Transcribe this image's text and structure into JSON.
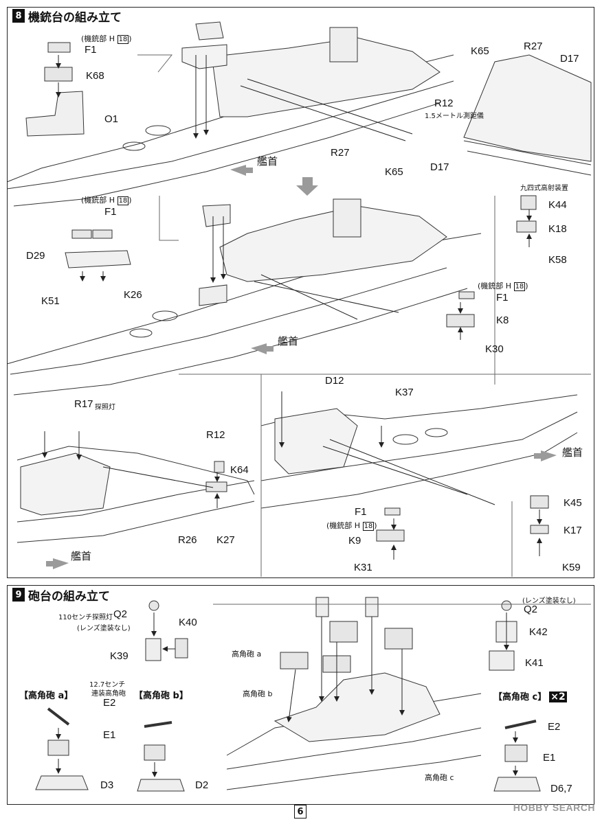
{
  "section8": {
    "num": "8",
    "title": "機銃台の組み立て",
    "panelA": {
      "note": "(機銃部 H",
      "note_box": "18",
      "note_close": ")",
      "labels": [
        "F1",
        "K68",
        "O1",
        "R12",
        "1.5メートル測距儀",
        "R27",
        "K65",
        "D17",
        "艦首"
      ],
      "detail_labels": [
        "K65",
        "R27",
        "D17"
      ]
    },
    "panelB": {
      "note": "(機銃部 H",
      "note_box": "18",
      "note_close": ")",
      "labels": [
        "F1",
        "D29",
        "K51",
        "K26",
        "艦首"
      ],
      "right_title": "九四式高射装置",
      "right_labels": [
        "K44",
        "K18",
        "K58"
      ],
      "right_note": "(機銃部 H",
      "right_note_box": "18",
      "right_note_close": ")",
      "right_labels2": [
        "F1",
        "K8",
        "K30"
      ]
    },
    "panelC": {
      "labels": [
        "R17",
        "探照灯",
        "R12",
        "K64",
        "R26",
        "K27",
        "艦首"
      ]
    },
    "panelD": {
      "labels": [
        "D12",
        "K37",
        "艦首",
        "F1",
        "K9",
        "K31",
        "K45",
        "K17",
        "K59"
      ],
      "note": "(機銃部 H",
      "note_box": "18",
      "note_close": ")"
    }
  },
  "section9": {
    "num": "9",
    "title": "砲台の組み立て",
    "left": {
      "searchlight": "110センチ探照灯",
      "q2": "Q2",
      "lens_note": "(レンズ塗装なし)",
      "labels": [
        "K40",
        "K39"
      ],
      "gun_a": "【高角砲 a】",
      "gun_b": "【高角砲 b】",
      "twin_note1": "12.7センチ",
      "twin_note2": "連装高角砲",
      "parts": [
        "E2",
        "E1",
        "D3",
        "D2"
      ]
    },
    "center": {
      "gun_a": "高角砲 a",
      "gun_b": "高角砲 b",
      "gun_c": "高角砲 c"
    },
    "right": {
      "lens_note": "(レンズ塗装なし)",
      "q2": "Q2",
      "labels": [
        "K42",
        "K41"
      ],
      "gun_c": "【高角砲 c】",
      "x2": "×2",
      "parts": [
        "E2",
        "E1",
        "D6,7"
      ]
    }
  },
  "page_number": "6",
  "watermark": "HOBBY SEARCH"
}
